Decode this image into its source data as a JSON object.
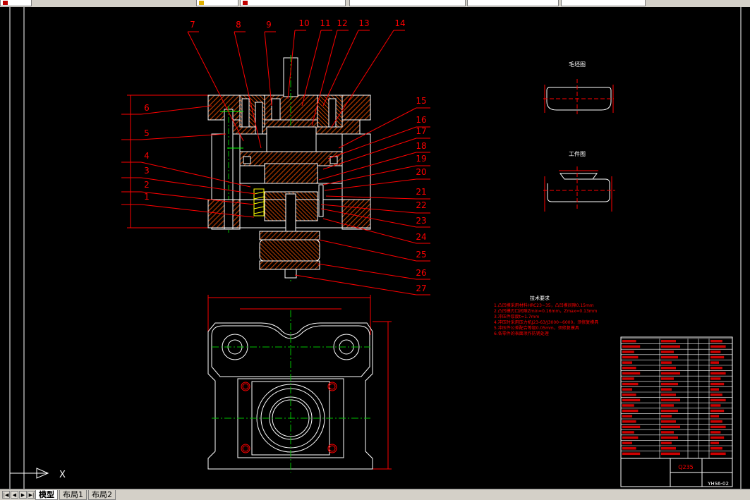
{
  "toolbar": {
    "tab1": "",
    "tab2": "",
    "tab3": ""
  },
  "section_labels": {
    "blank": "毛坯图",
    "part": "工件图"
  },
  "leaders": [
    "1",
    "2",
    "3",
    "4",
    "5",
    "6",
    "7",
    "8",
    "9",
    "10",
    "11",
    "12",
    "13",
    "14",
    "15",
    "16",
    "17",
    "18",
    "19",
    "20",
    "21",
    "22",
    "23",
    "24",
    "25",
    "26",
    "27"
  ],
  "notes": {
    "title": "技术要求",
    "lines": [
      "1.凸凹模采用材料HRC23~35，凸凹模间隙0.15mm",
      "2.凸凹模刃口间隙Zmin=0.16mm，Zmax=0.13mm",
      "3.冲压件厚度t=1.7mm",
      "4.冲压时采用压力机J23-63/J3000~6000，须修复模具",
      "5.冲压件公差配合等级0.05mm，须修复模具",
      "6.各零件的表面须作防锈处理"
    ]
  },
  "title_block": {
    "material": "Q235",
    "drawing_no": "YHS6-02"
  },
  "layout_tabs": [
    "模型",
    "布局1",
    "布局2"
  ],
  "ucs": {
    "x_label": "X"
  },
  "colors": {
    "background": "#000000",
    "outline": "#ffffff",
    "dimension": "#ff0000",
    "leader": "#ff0000",
    "centerline": "#00c000",
    "hatch": "#c04000",
    "pin": "#ffff00"
  }
}
